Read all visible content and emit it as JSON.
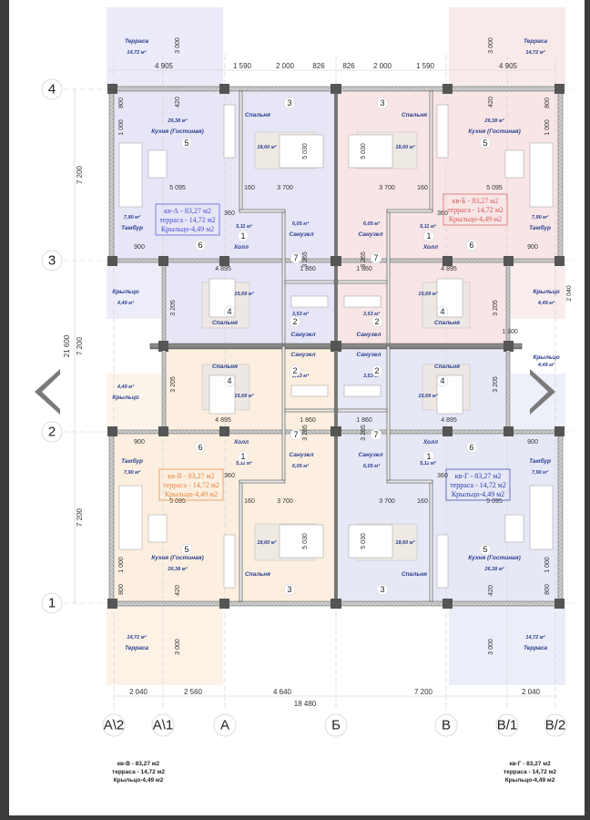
{
  "labels": {
    "terrace": "Терраса",
    "terrace_area": "14,72 м²",
    "kitchen": "Кухня (Гостиная)",
    "kitchen_area": "26,38 м²",
    "vestibule": "Тамбур",
    "vestibule_area": "7,90 м²",
    "hall": "Холл",
    "hall_area": "5,11 м²",
    "bedroom": "Спальня",
    "bedroom3_area": "18,60 м²",
    "bedroom4_area": "15,69 м²",
    "bathroom": "Санузел",
    "bath7_area": "6,05 м²",
    "bath2_area": "3,53 м²",
    "porch": "Крыльцо",
    "porch_area": "4,49 м²"
  },
  "room_numbers": {
    "n1": "1",
    "n2": "2",
    "n3": "3",
    "n4": "4",
    "n5": "5",
    "n6": "6",
    "n7": "7"
  },
  "apartments": [
    {
      "name": "кв-А - 83,27 м2",
      "terrace": "терраса - 14,72 м2",
      "porch": "Крыльцо-4,49 м2",
      "color": "#4b4fd6",
      "fill": "#e6e6f7"
    },
    {
      "name": "кв-Б - 83,27 м2",
      "terrace": "терраса - 14,72 м2",
      "porch": "Крыльцо-4,49 м2",
      "color": "#d85a5a",
      "fill": "#f8e5e5"
    },
    {
      "name": "кв-В - 83,27 м2",
      "terrace": "терраса - 14,72 м2",
      "porch": "Крыльцо-4,49 м2",
      "color": "#e8843a",
      "fill": "#fcefe0"
    },
    {
      "name": "кв-Г - 83,27 м2",
      "terrace": "терраса - 14,72 м2",
      "porch": "Крыльцо-4,49 м2",
      "color": "#2d3fa8",
      "fill": "#e6e8f6"
    }
  ],
  "axes": {
    "rows": [
      "4",
      "3",
      "2",
      "1"
    ],
    "cols": [
      "А\\2",
      "А\\1",
      "А",
      "Б",
      "В",
      "В/1",
      "В/2"
    ]
  },
  "dims": {
    "top": [
      "4 905",
      "1 590",
      "2 000",
      "826",
      "826",
      "2 000",
      "1 590",
      "4 905"
    ],
    "bottom": [
      "2 040",
      "2 560",
      "4 640",
      "7 200",
      "2 040"
    ],
    "bottom_total": "18 480",
    "left": [
      "7 200",
      "7 200",
      "7 200"
    ],
    "left_total": "21 600",
    "inner": [
      "3 000",
      "5 030",
      "3 700",
      "5 095",
      "420",
      "1 000",
      "800",
      "900",
      "160",
      "360",
      "3 265",
      "1 860",
      "4 895",
      "3 205",
      "1 300",
      "2 040"
    ]
  },
  "footer_notes": [
    {
      "name": "кв-В - 83,27 м2",
      "terrace": "терраса - 14,72 м2",
      "porch": "Крыльцо-4,49 м2"
    },
    {
      "name": "кв-Г - 83,27 м2",
      "terrace": "терраса - 14,72 м2",
      "porch": "Крыльцо-4,49 м2"
    }
  ],
  "nav": {
    "prev": "previous-page",
    "next": "next-page"
  }
}
